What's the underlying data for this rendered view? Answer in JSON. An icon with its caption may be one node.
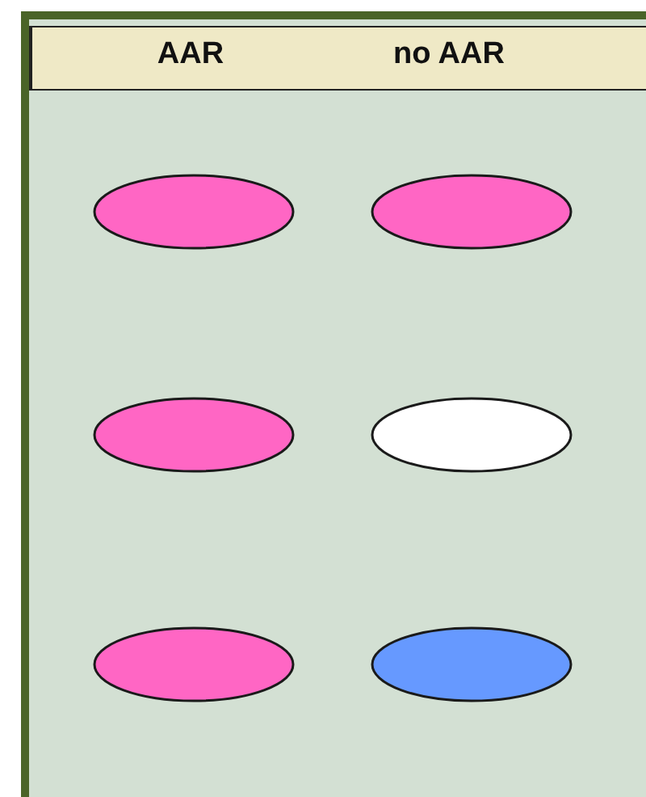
{
  "diagram": {
    "nodes": [
      {
        "text": [],
        "shape": "ellipse"
      },
      {
        "text": [],
        "shape": "ellipse"
      },
      {
        "text": [],
        "shape": "ellipse"
      },
      {
        "text": [],
        "shape": "ellipse"
      },
      {
        "text": [],
        "shape": "ellipse"
      },
      {
        "text": [],
        "shape": "ellipse"
      }
    ],
    "labels": [
      "AAR",
      "no AAR"
    ]
  }
}
